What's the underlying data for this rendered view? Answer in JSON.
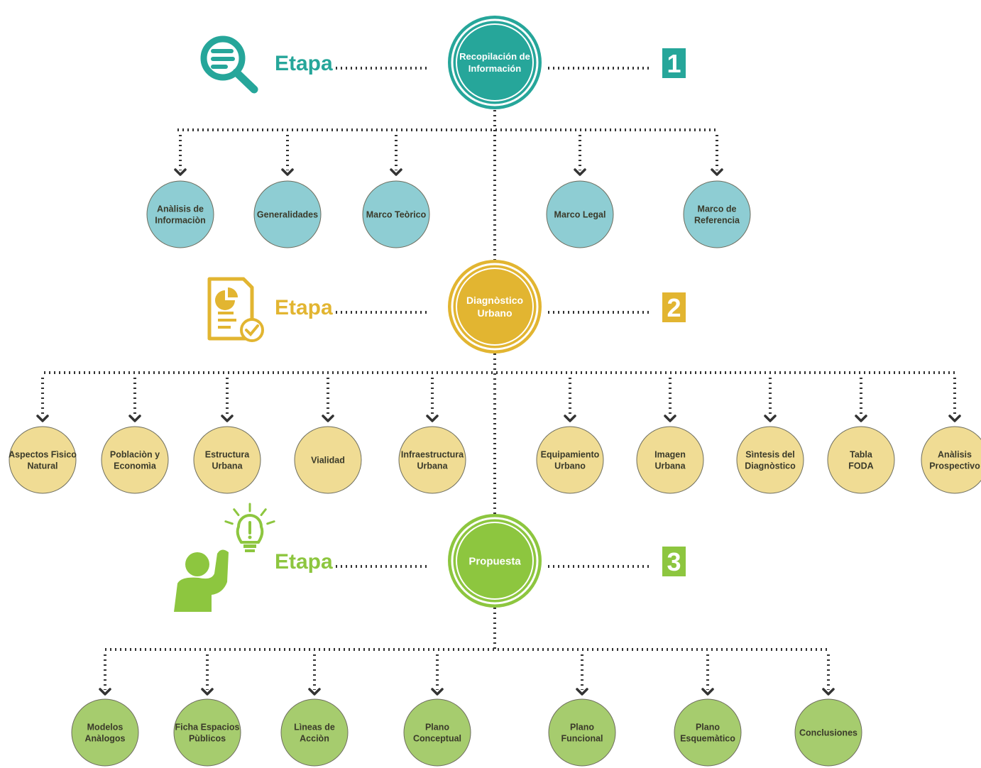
{
  "colors": {
    "teal": "#26a69a",
    "blue_node": "#8ecdd3",
    "gold": "#e2b531",
    "yellow_node": "#f0dc94",
    "green": "#8dc63f",
    "green_node": "#a6cc6e",
    "node_text": "#3a3a2a",
    "dots": "#333333"
  },
  "stages": [
    {
      "etapa_label": "Etapa",
      "number": "1",
      "main_node": [
        "Recopilación de",
        "Información"
      ],
      "icon": "search-document-icon",
      "children": [
        [
          "Anàlisis de",
          "Informaciòn"
        ],
        [
          "Generalidades"
        ],
        [
          "Marco Teòrico"
        ],
        [
          "Marco Legal"
        ],
        [
          "Marco de",
          "Referencia"
        ]
      ]
    },
    {
      "etapa_label": "Etapa",
      "number": "2",
      "main_node": [
        "Diagnòstico",
        "Urbano"
      ],
      "icon": "report-checklist-icon",
      "children": [
        [
          "Aspectos Fìsico",
          "Natural"
        ],
        [
          "Poblaciòn y",
          "Economìa"
        ],
        [
          "Estructura",
          "Urbana"
        ],
        [
          "Vialidad"
        ],
        [
          "Infraestructura",
          "Urbana"
        ],
        [
          "Equipamiento",
          "Urbano"
        ],
        [
          "Imagen",
          "Urbana"
        ],
        [
          "Sìntesis del",
          "Diagnòstico"
        ],
        [
          "Tabla",
          "FODA"
        ],
        [
          "Anàlisis",
          "Prospectivo"
        ]
      ]
    },
    {
      "etapa_label": "Etapa",
      "number": "3",
      "main_node": [
        "Propuesta"
      ],
      "icon": "person-idea-lightbulb-icon",
      "children": [
        [
          "Modelos",
          "Anàlogos"
        ],
        [
          "Ficha Espacios",
          "Pùblicos"
        ],
        [
          "Lìneas de",
          "Acciòn"
        ],
        [
          "Plano",
          "Conceptual"
        ],
        [
          "Plano",
          "Funcional"
        ],
        [
          "Plano",
          "Esquemàtico"
        ],
        [
          "Conclusiones"
        ]
      ]
    }
  ]
}
